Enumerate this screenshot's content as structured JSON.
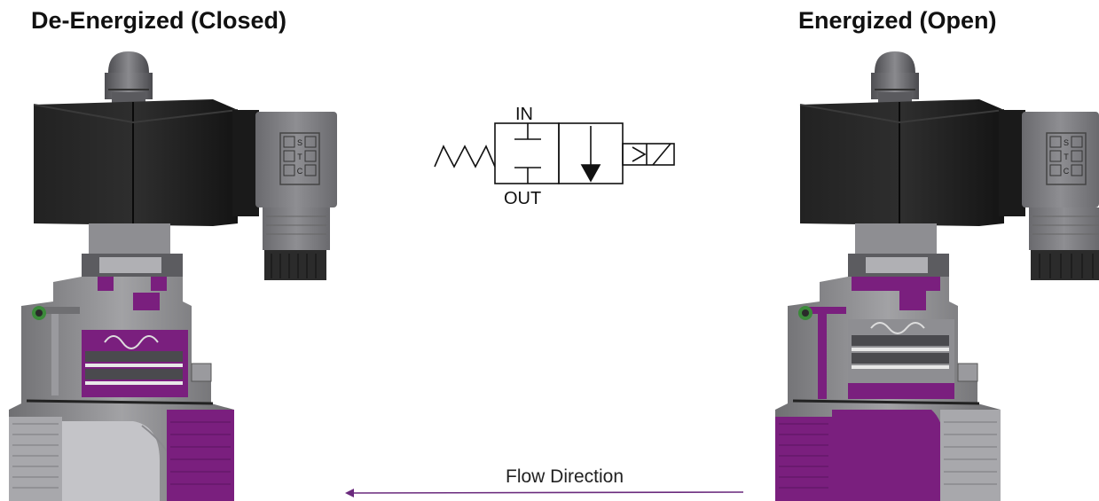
{
  "titles": {
    "deenergized": "De-Energized (Closed)",
    "energized": "Energized (Open)"
  },
  "symbol": {
    "in_label": "IN",
    "out_label": "OUT"
  },
  "flow": {
    "label": "Flow Direction"
  },
  "connector": {
    "pin_labels": [
      "S",
      "T",
      "C"
    ]
  },
  "colors": {
    "highlight_purple": "#7a1f7e",
    "body_gray": "#8d8d8f",
    "coil_black": "#1d1d1d",
    "arrow_purple": "#6a2a7d"
  }
}
